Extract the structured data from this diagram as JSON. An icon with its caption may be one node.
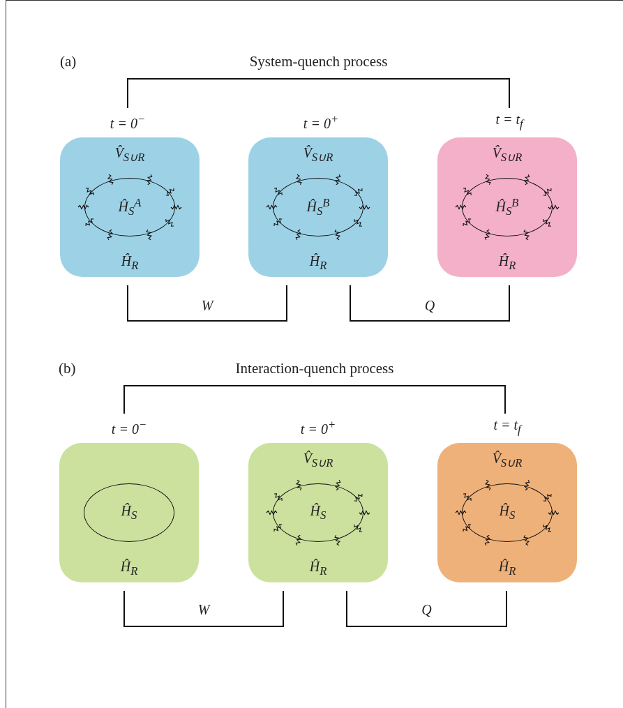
{
  "diagram": {
    "nodes": [
      {
        "text": [
          "V̂$_{S∪R}$",
          "Ĥ$_{R}$"
        ],
        "beside": [
          "t = 0$^{−}$"
        ]
      },
      {
        "text": [
          "Ĥ$_{S}$$^{A}$"
        ],
        "in": 0
      },
      {
        "text": [
          "V̂$_{S∪R}$",
          "Ĥ$_{R}$"
        ],
        "beside": [
          "t = 0$^{+}$"
        ]
      },
      {
        "text": [
          "Ĥ$_{S}$$^{B}$"
        ],
        "in": 2
      },
      {
        "text": [
          "V̂$_{S∪R}$",
          "Ĥ$_{R}$"
        ],
        "beside": [
          "t = t$_{f}$"
        ]
      },
      {
        "text": [
          "Ĥ$_{S}$$^{B}$"
        ],
        "in": 4
      },
      {
        "text": [
          "Ĥ$_{R}$"
        ],
        "beside": [
          "t = 0$^{−}$"
        ]
      },
      {
        "text": [
          "Ĥ$_{S}$"
        ],
        "in": 6
      },
      {
        "text": [
          "V̂$_{S∪R}$",
          "Ĥ$_{R}$"
        ],
        "beside": [
          "t = 0$^{+}$"
        ]
      },
      {
        "text": [
          "Ĥ$_{S}$"
        ],
        "in": 8
      },
      {
        "text": [
          "V̂$_{S∪R}$",
          "Ĥ$_{R}$"
        ],
        "beside": [
          "t = t$_{f}$"
        ]
      },
      {
        "text": [
          "Ĥ$_{S}$"
        ],
        "in": 10
      }
    ],
    "edges": [
      {
        "from": 0,
        "to": 4,
        "arrow": "none",
        "label": "System-quench process"
      },
      {
        "from": 0,
        "to": 2,
        "arrow": "none",
        "label": "W"
      },
      {
        "from": 2,
        "to": 4,
        "arrow": "none",
        "label": "Q"
      },
      {
        "from": 6,
        "to": 10,
        "arrow": "none",
        "label": "Interaction-quench process"
      },
      {
        "from": 6,
        "to": 8,
        "arrow": "none",
        "label": "W"
      },
      {
        "from": 8,
        "to": 10,
        "arrow": "none",
        "label": "Q"
      }
    ],
    "labels": [
      "(a)",
      "(b)"
    ]
  }
}
